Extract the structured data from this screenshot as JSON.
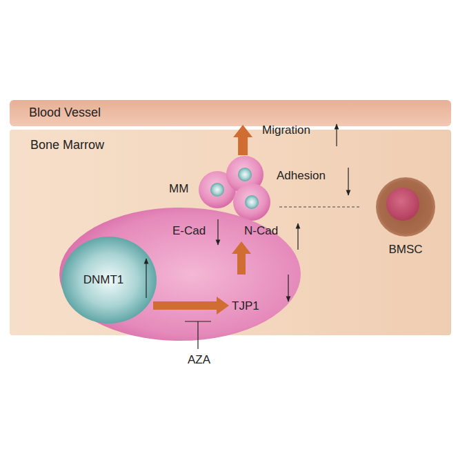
{
  "diagram": {
    "nodes": [
      {
        "text": [
          "Blood Vessel"
        ]
      },
      {
        "text": [
          "Bone Marrow"
        ]
      },
      {
        "text": [
          "MM"
        ],
        "in": 1
      },
      {
        "text": [
          "BMSC"
        ],
        "in": 1
      },
      {
        "text": [
          "E-Cad",
          "N-Cad",
          "TJP1"
        ],
        "in": 1
      },
      {
        "text": [
          "DNMT1"
        ],
        "in": 4
      }
    ],
    "edges": [
      {
        "from": 2,
        "to": 0,
        "arrow": "to"
      }
    ],
    "labels": [
      "Migration",
      "Adhesion",
      "AZA"
    ]
  }
}
